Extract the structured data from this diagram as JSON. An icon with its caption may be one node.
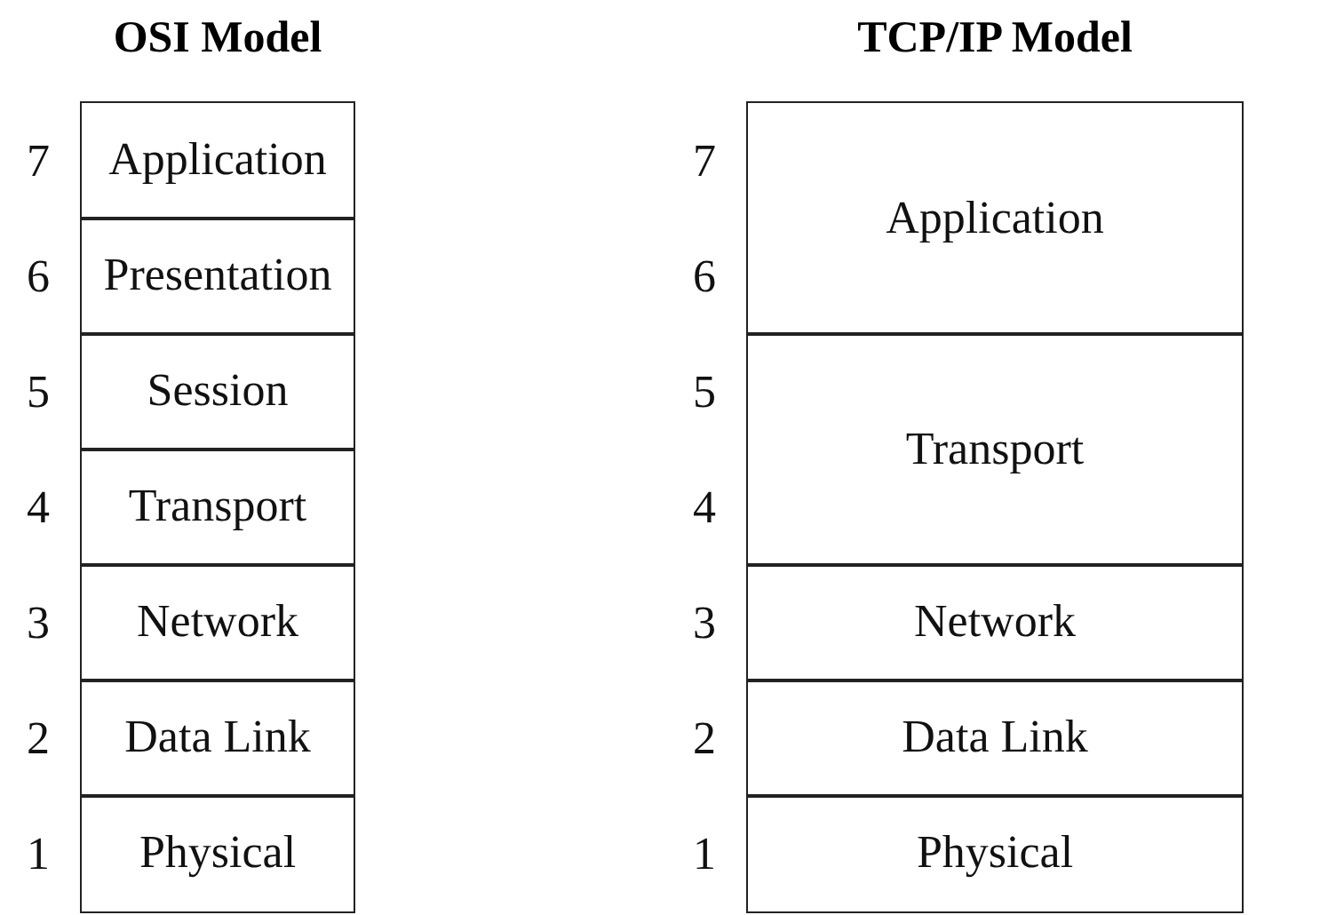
{
  "diagram": {
    "nodes": [
      {
        "text": [
          "OSI Model"
        ]
      },
      {
        "text": [
          "Application"
        ],
        "in": 0,
        "beside": [
          "7"
        ]
      },
      {
        "text": [
          "Presentation"
        ],
        "in": 0,
        "beside": [
          "6"
        ]
      },
      {
        "text": [
          "Session"
        ],
        "in": 0,
        "beside": [
          "5"
        ]
      },
      {
        "text": [
          "Transport"
        ],
        "in": 0,
        "beside": [
          "4"
        ]
      },
      {
        "text": [
          "Network"
        ],
        "in": 0,
        "beside": [
          "3"
        ]
      },
      {
        "text": [
          "Data Link"
        ],
        "in": 0,
        "beside": [
          "2"
        ]
      },
      {
        "text": [
          "Physical"
        ],
        "in": 0,
        "beside": [
          "1"
        ]
      },
      {
        "text": [
          "TCP/IP Model"
        ]
      },
      {
        "text": [
          "Application"
        ],
        "in": 8,
        "beside": [
          "7",
          "6"
        ]
      },
      {
        "text": [
          "Transport"
        ],
        "in": 8,
        "beside": [
          "5",
          "4"
        ]
      },
      {
        "text": [
          "Network"
        ],
        "in": 8,
        "beside": [
          "3"
        ]
      },
      {
        "text": [
          "Data Link"
        ],
        "in": 8,
        "beside": [
          "2"
        ]
      },
      {
        "text": [
          "Physical"
        ],
        "in": 8,
        "beside": [
          "1"
        ]
      }
    ]
  }
}
